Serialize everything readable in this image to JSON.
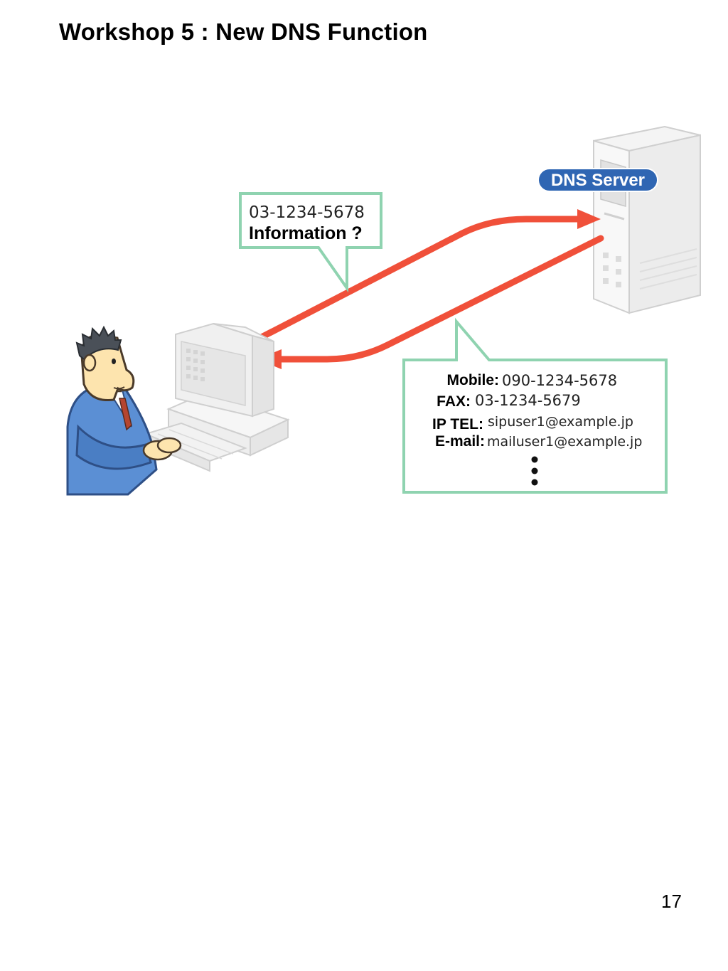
{
  "page": {
    "title": "Workshop 5 : New DNS Function",
    "page_number": "17"
  },
  "diagram": {
    "server_label": "DNS Server",
    "query": {
      "number": "03-1234-5678",
      "question": "Information ?"
    },
    "response": {
      "rows": [
        {
          "label": "Mobile:",
          "value": "090-1234-5678"
        },
        {
          "label": "FAX:",
          "value": "03-1234-5679"
        },
        {
          "label": "IP TEL:",
          "value": "sipuser1@example.jp"
        },
        {
          "label": "E-mail:",
          "value": "mailuser1@example.jp"
        }
      ]
    },
    "colors": {
      "arrow": "#f0503a",
      "bubble_border": "#8fd3b0",
      "label_pill": "#2f66b3",
      "suit": "#5b8fd4"
    }
  }
}
